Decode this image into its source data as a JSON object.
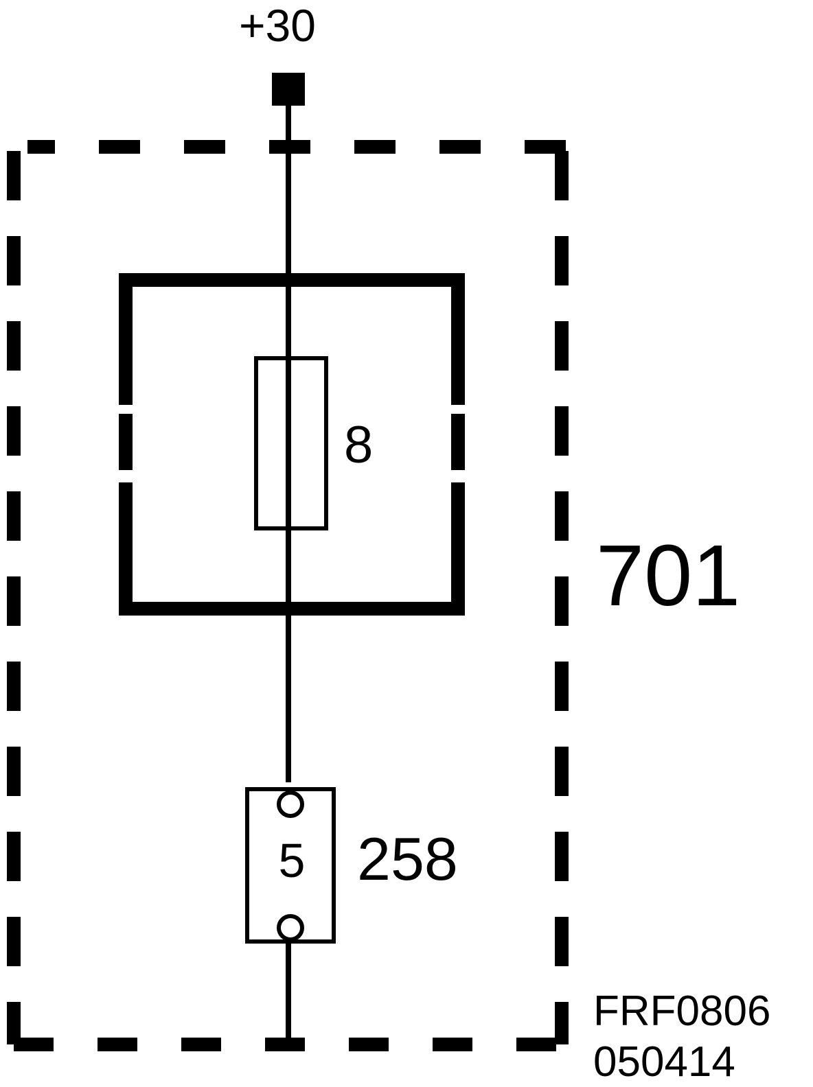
{
  "diagram": {
    "supply_label": "+30",
    "fuse_label": "8",
    "fuse_box_label": "701",
    "connector_pin_label": "5",
    "connector_label": "258",
    "doc_code": "FRF0806",
    "doc_date": "050414"
  },
  "colors": {
    "line": "#000000",
    "background": "#ffffff"
  }
}
